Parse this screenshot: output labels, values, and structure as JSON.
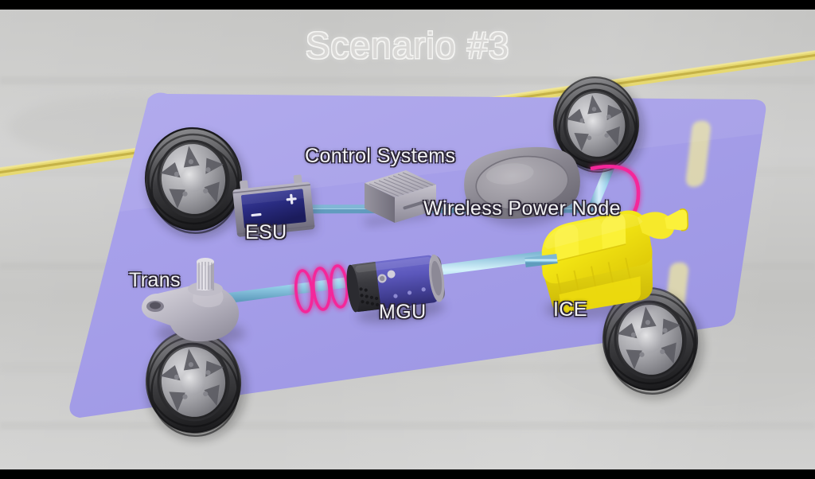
{
  "scene": {
    "title": "Scenario #3",
    "background_color": "#c9c9c7",
    "road_line_color": "#e8d66a",
    "chassis_color": "#a6a0e8",
    "letterbox_color": "#000000"
  },
  "labels": {
    "control_systems": "Control Systems",
    "wireless_power_node": "Wireless Power Node",
    "esu": "ESU",
    "trans": "Trans",
    "mgu": "MGU",
    "ice": "ICE"
  },
  "components": [
    {
      "name": "control-systems-module",
      "label": "Control Systems",
      "color": "#b9b5ba"
    },
    {
      "name": "wireless-power-node",
      "label": "Wireless Power Node",
      "color": "#908d96"
    },
    {
      "name": "energy-storage-unit",
      "label": "ESU",
      "color": "#2d2f86"
    },
    {
      "name": "transmission",
      "label": "Trans",
      "color": "#b5b2bd"
    },
    {
      "name": "motor-generator-unit",
      "label": "MGU",
      "color": "#5a56b4"
    },
    {
      "name": "internal-combustion-engine",
      "label": "ICE",
      "color": "#f2e515"
    }
  ],
  "battery_terminals": {
    "negative": "−",
    "positive": "+"
  },
  "accents": {
    "shaft_color": "#9fd8ef",
    "coil_color": "#ef1f8f",
    "induction_loop_color": "#ef1f8f"
  }
}
